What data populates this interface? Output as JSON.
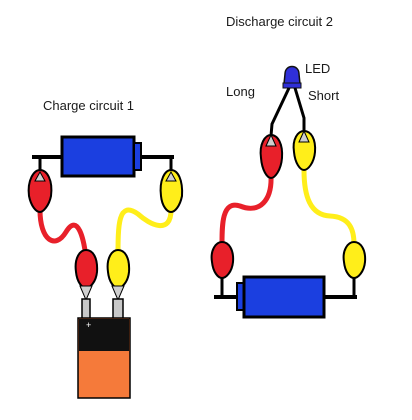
{
  "labels": {
    "charge_title": "Charge circuit 1",
    "discharge_title": "Discharge circuit 2",
    "led": "LED",
    "long_lead": "Long",
    "short_lead": "Short"
  },
  "battery": {
    "terminal_mark": "+"
  },
  "colors": {
    "red_wire": "#e8202a",
    "yellow_wire": "#ffee1a",
    "capacitor_blue": "#1b3fe0",
    "battery_orange": "#f57a3a",
    "battery_black": "#111111",
    "led_blue": "#2f2fd8"
  }
}
